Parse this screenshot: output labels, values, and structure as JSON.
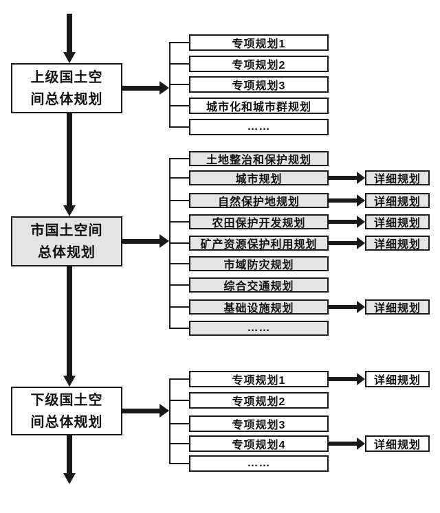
{
  "colors": {
    "line": "#1a1a1a",
    "box_border": "#1a1a1a",
    "gray_fill": "#e4e4e4",
    "white_fill": "#ffffff"
  },
  "main_boxes": [
    {
      "label": "上级国土空\n间总体规划"
    },
    {
      "label": "市国土空间\n总体规划"
    },
    {
      "label": "下级国土空\n间总体规划"
    }
  ],
  "groups": [
    {
      "items": [
        {
          "label": "专项规划1"
        },
        {
          "label": "专项规划2"
        },
        {
          "label": "专项规划3"
        },
        {
          "label": "城市化和城市群规划"
        },
        {
          "label": "……"
        }
      ]
    },
    {
      "items": [
        {
          "label": "土地整治和保护规划"
        },
        {
          "label": "城市规划",
          "detail": "详细规划"
        },
        {
          "label": "自然保护地规划",
          "detail": "详细规划"
        },
        {
          "label": "农田保护开发规划",
          "detail": "详细规划"
        },
        {
          "label": "矿产资源保护利用规划",
          "detail": "详细规划"
        },
        {
          "label": "市域防灾规划"
        },
        {
          "label": "综合交通规划"
        },
        {
          "label": "基础设施规划",
          "detail": "详细规划"
        },
        {
          "label": "……"
        }
      ]
    },
    {
      "items": [
        {
          "label": "专项规划1",
          "detail": "详细规划"
        },
        {
          "label": "专项规划2"
        },
        {
          "label": "专项规划3"
        },
        {
          "label": "专项规划4",
          "detail": "详细规划"
        },
        {
          "label": "……"
        }
      ]
    }
  ]
}
